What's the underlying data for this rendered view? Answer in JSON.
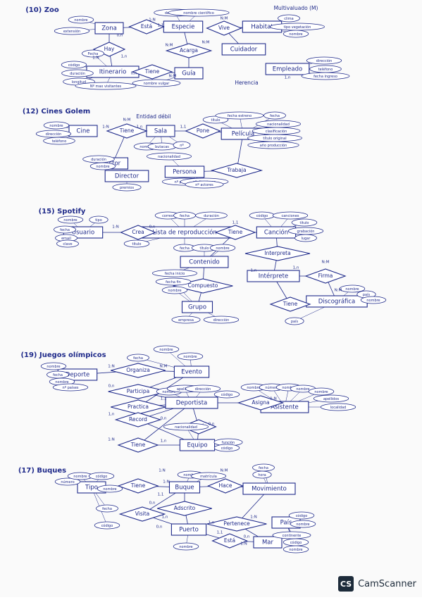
{
  "diagram": {
    "ink_color": "#1f2a8a",
    "sections": [
      {
        "id": "10",
        "title": "(10) Zoo",
        "entities": [
          "Zona",
          "Especie",
          "Habitat",
          "Itinerario",
          "Guía",
          "Cuidador",
          "Empleado"
        ],
        "relationships": [
          "Está",
          "Vive",
          "Hay",
          "Acarga",
          "Tiene"
        ],
        "attributes": [
          "nombre",
          "extensión",
          "Fecha",
          "código",
          "duración",
          "longitud",
          "Nº max visitantes",
          "nombre vulgar",
          "descripción",
          "nombre científico",
          "clima",
          "tipo vegetación",
          "nombre",
          "dirección",
          "teléfono",
          "fecha ingreso"
        ],
        "labels": [
          "Multivaluado (M)",
          "Herencia"
        ],
        "cardinalities": [
          "1:N",
          "N:M",
          "0,n",
          "1,1",
          "1,n",
          "N:M",
          "N:M",
          "1:N",
          "0,n",
          "N:M",
          "1,n"
        ]
      },
      {
        "id": "12",
        "title": "(12) Cines Golem",
        "entities": [
          "Cine",
          "Sala",
          "Película",
          "Actor",
          "Director",
          "Persona"
        ],
        "relationships": [
          "Tiene",
          "Pone",
          "Trabaja"
        ],
        "attributes": [
          "nombre",
          "dirección",
          "teléfono",
          "nombre",
          "butacas",
          "nº",
          "título",
          "fecha estreno",
          "fecha",
          "nacionalidad",
          "clasificación",
          "título original",
          "año producción",
          "duración",
          "nombre",
          "premios",
          "nacionalidad",
          "nº películas",
          "nº directores",
          "nº actores"
        ],
        "labels": [
          "Entidad débil"
        ],
        "cardinalities": [
          "1:N",
          "1,n",
          "1,1",
          "N:M"
        ]
      },
      {
        "id": "15",
        "title": "(15) Spotify",
        "entities": [
          "Usuario",
          "Lista de reproducción",
          "Canción",
          "Contenido",
          "Grupo",
          "Intérprete",
          "Discográfica"
        ],
        "relationships": [
          "Crea",
          "Tiene",
          "Interpreta",
          "Compuesto",
          "Firma",
          "Tiene"
        ],
        "attributes": [
          "nombre",
          "tipo",
          "fecha",
          "email",
          "clave",
          "correo",
          "fecha",
          "duración",
          "título",
          "código",
          "canciones",
          "título",
          "grabación",
          "lugar",
          "fecha",
          "título",
          "nombre",
          "fecha inicio",
          "fecha fin",
          "nombre",
          "empresa",
          "dirección",
          "nombre",
          "país",
          "nombre",
          "país"
        ],
        "labels": [],
        "cardinalities": [
          "1:N",
          "0,n",
          "1,1",
          "N:M",
          "N:M",
          "1,n",
          "1,n"
        ]
      },
      {
        "id": "19",
        "title": "(19) Juegos olímpicos",
        "entities": [
          "Deporte",
          "Evento",
          "Deportista",
          "Asistente",
          "Equipo"
        ],
        "relationships": [
          "Organiza",
          "Participa",
          "Practica",
          "Record",
          "Tiene",
          "Asigna",
          "Está"
        ],
        "attributes": [
          "nombre",
          "fecha",
          "nombre",
          "nº países",
          "nombre",
          "nombre",
          "fecha",
          "nombre",
          "apellidos",
          "dirección",
          "código",
          "nombre",
          "número",
          "nombre",
          "nombre",
          "nombre",
          "apellidos",
          "localidad",
          "función",
          "código",
          "nacionalidad"
        ],
        "labels": [],
        "cardinalities": [
          "1:N",
          "N:M",
          "0,n",
          "1,1",
          "1,n",
          "0,n",
          "1:N",
          "1,n",
          "0,n",
          "1:N"
        ]
      },
      {
        "id": "17",
        "title": "(17) Buques",
        "entities": [
          "Tipo",
          "Buque",
          "Movimiento",
          "Puerto",
          "País",
          "Mar"
        ],
        "relationships": [
          "Tiene",
          "Visita",
          "Adscrito",
          "Hace",
          "Pertenece",
          "Está"
        ],
        "attributes": [
          "número",
          "nombre",
          "código",
          "nombre",
          "nombre",
          "matrícula",
          "fecha",
          "hora",
          "fecha",
          "código",
          "nombre",
          "código",
          "nombre",
          "continente",
          "código",
          "nombre"
        ],
        "labels": [],
        "cardinalities": [
          "1:N",
          "N:M",
          "1:N",
          "0,n",
          "1,1",
          "1,n",
          "0,n",
          "1,n",
          "1:N",
          "1,1",
          "0,n",
          "1:N"
        ]
      }
    ]
  },
  "footer": {
    "badge": "CS",
    "app_name": "CamScanner"
  }
}
